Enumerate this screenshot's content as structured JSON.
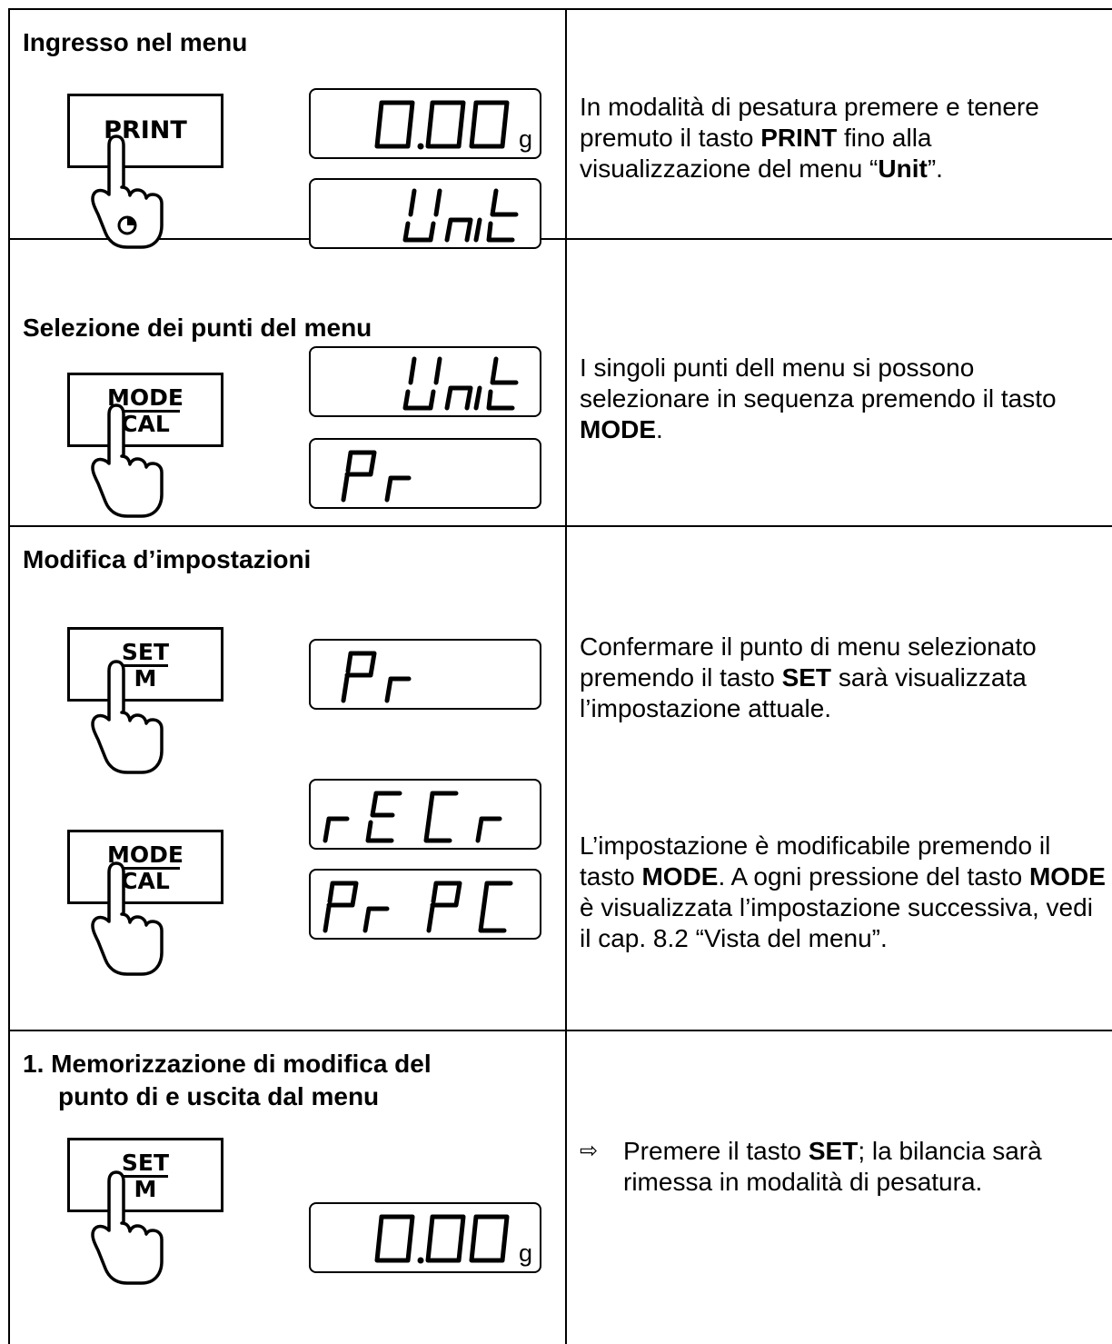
{
  "sections": [
    {
      "heading": "Ingresso nel menu",
      "text_html": "In modalità di pesatura premere e tenere premuto il tasto <b>PRINT</b> fino alla visualizzazione del menu “<b>Unit</b>”.",
      "key": {
        "label": "PRINT"
      },
      "displays": [
        "0.00 g",
        "Unit"
      ]
    },
    {
      "heading": "Selezione dei punti del menu",
      "text_html": "I singoli punti dell menu si possono selezionare in sequenza premendo il tasto <b>MODE</b>.",
      "key": {
        "top": "MODE",
        "bottom": "CAL"
      },
      "displays": [
        "Unit",
        "Pr"
      ]
    },
    {
      "heading": "Modifica d’impostazioni",
      "text1_html": "Confermare il punto di menu selezionato premendo il tasto <b>SET</b> sarà visualizzata l’impostazione attuale.",
      "text2_html": "L’impostazione è modificabile premendo il tasto <b>MODE</b>. A ogni pressione del tasto <b>MODE</b> è visualizzata l’impostazione successiva, vedi il cap. 8.2 “Vista del menu”.",
      "key1": {
        "top": "SET",
        "bottom": "M"
      },
      "key2": {
        "top": "MODE",
        "bottom": "CAL"
      },
      "displays": [
        "Pr",
        "rECr",
        "Pr PC"
      ]
    },
    {
      "heading_line1": "1.  Memorizzazione di modifica del",
      "heading_line2": "punto di e uscita dal menu",
      "arrow_icon": "⇨",
      "text_html": "Premere il tasto <b>SET</b>; la bilancia sarà rimessa in modalità di pesatura.",
      "key": {
        "top": "SET",
        "bottom": "M"
      },
      "displays": [
        "0.00 g"
      ]
    }
  ]
}
